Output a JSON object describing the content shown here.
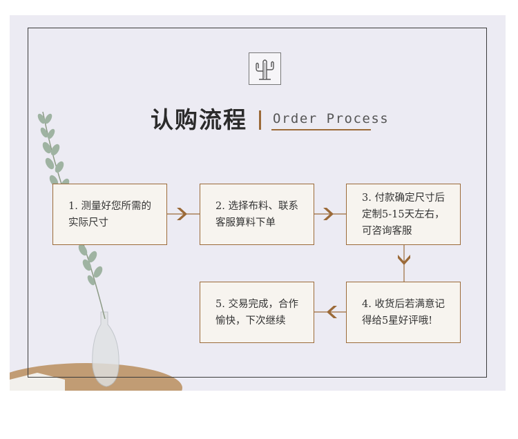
{
  "header": {
    "title_cn": "认购流程",
    "title_en": "Order Process",
    "logo_icon": "cactus-icon"
  },
  "colors": {
    "accent": "#9b6a38",
    "background": "#ecebf3",
    "box_fill": "#f7f4ef",
    "text": "#333333"
  },
  "steps": [
    {
      "text": "1. 测量好您所需的\n   实际尺寸"
    },
    {
      "text": "2. 选择布料、联系\n   客服算料下单"
    },
    {
      "text": "3. 付款确定尺寸后\n   定制5-15天左右，\n   可咨询客服"
    },
    {
      "text": "4. 收货后若满意记\n   得给5星好评哦!"
    },
    {
      "text": "5. 交易完成，合作\n   愉快，下次继续"
    }
  ]
}
